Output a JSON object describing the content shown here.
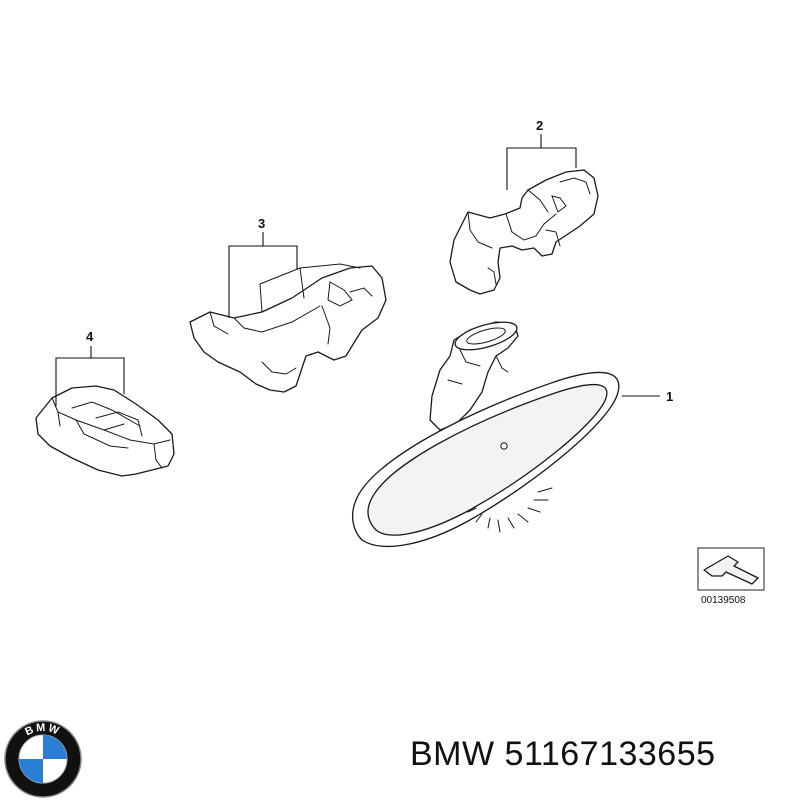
{
  "diagram": {
    "callouts": [
      {
        "id": "1",
        "label": "1"
      },
      {
        "id": "2",
        "label": "2"
      },
      {
        "id": "3",
        "label": "3"
      },
      {
        "id": "4",
        "label": "4"
      }
    ],
    "reference_code": "00139508"
  },
  "caption": {
    "brand": "BMW",
    "part_number": "51167133655"
  },
  "logo": {
    "name": "bmw-roundel",
    "text": "BMW",
    "colors": {
      "ring": "#111111",
      "blue": "#2a7fd4",
      "white": "#ffffff"
    }
  }
}
